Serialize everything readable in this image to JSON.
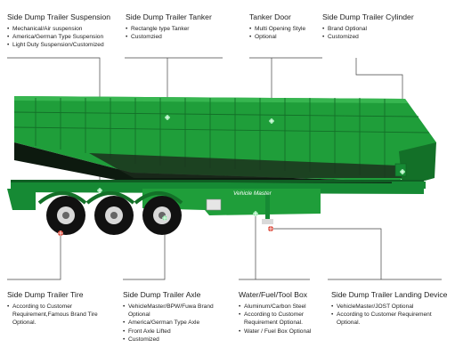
{
  "brand": {
    "trailer_text": "Vehicle Master",
    "body_color": "#1f9e3a",
    "body_dark": "#137028",
    "chassis_color": "#168a34",
    "accent_red": "#d93a2a",
    "line_color": "#444444"
  },
  "callouts": [
    {
      "id": "suspension",
      "title": "Side Dump Trailer Suspension",
      "items": [
        "Mechanical/Air suspension",
        "America/German Type Suspension",
        "Light Duty Suspension/Customized"
      ]
    },
    {
      "id": "tanker",
      "title": "Side Dump Trailer Tanker",
      "items": [
        "Rectangle type Tanker",
        "Customzied"
      ]
    },
    {
      "id": "door",
      "title": "Tanker Door",
      "items": [
        "Multi Opening Style",
        "Optional"
      ]
    },
    {
      "id": "cylinder",
      "title": "Side Dump Trailer Cylinder",
      "items": [
        "Brand Optional",
        "Customized"
      ]
    },
    {
      "id": "tire",
      "title": "Side Dump Trailer Tire",
      "items": [
        "According to Customer Requirement,Famous Brand Tire Optional."
      ]
    },
    {
      "id": "axle",
      "title": "Side Dump Trailer Axle",
      "items": [
        "VehicleMaster/BPW/Fuwa Brand Optional",
        "America/German Type Axle",
        "Front Axle Lifted",
        "Customized"
      ]
    },
    {
      "id": "toolbox",
      "title": "Water/Fuel/Tool Box",
      "items": [
        "Aluminum/Carbon Steel",
        "According to Customer Requirement Optional.",
        "Water / Fuel Box Optional"
      ]
    },
    {
      "id": "landing",
      "title": "Side Dump Trailer Landing Device",
      "items": [
        "VehicleMaster/JOST Optional",
        "According to Customer Requirement Optional."
      ]
    }
  ]
}
